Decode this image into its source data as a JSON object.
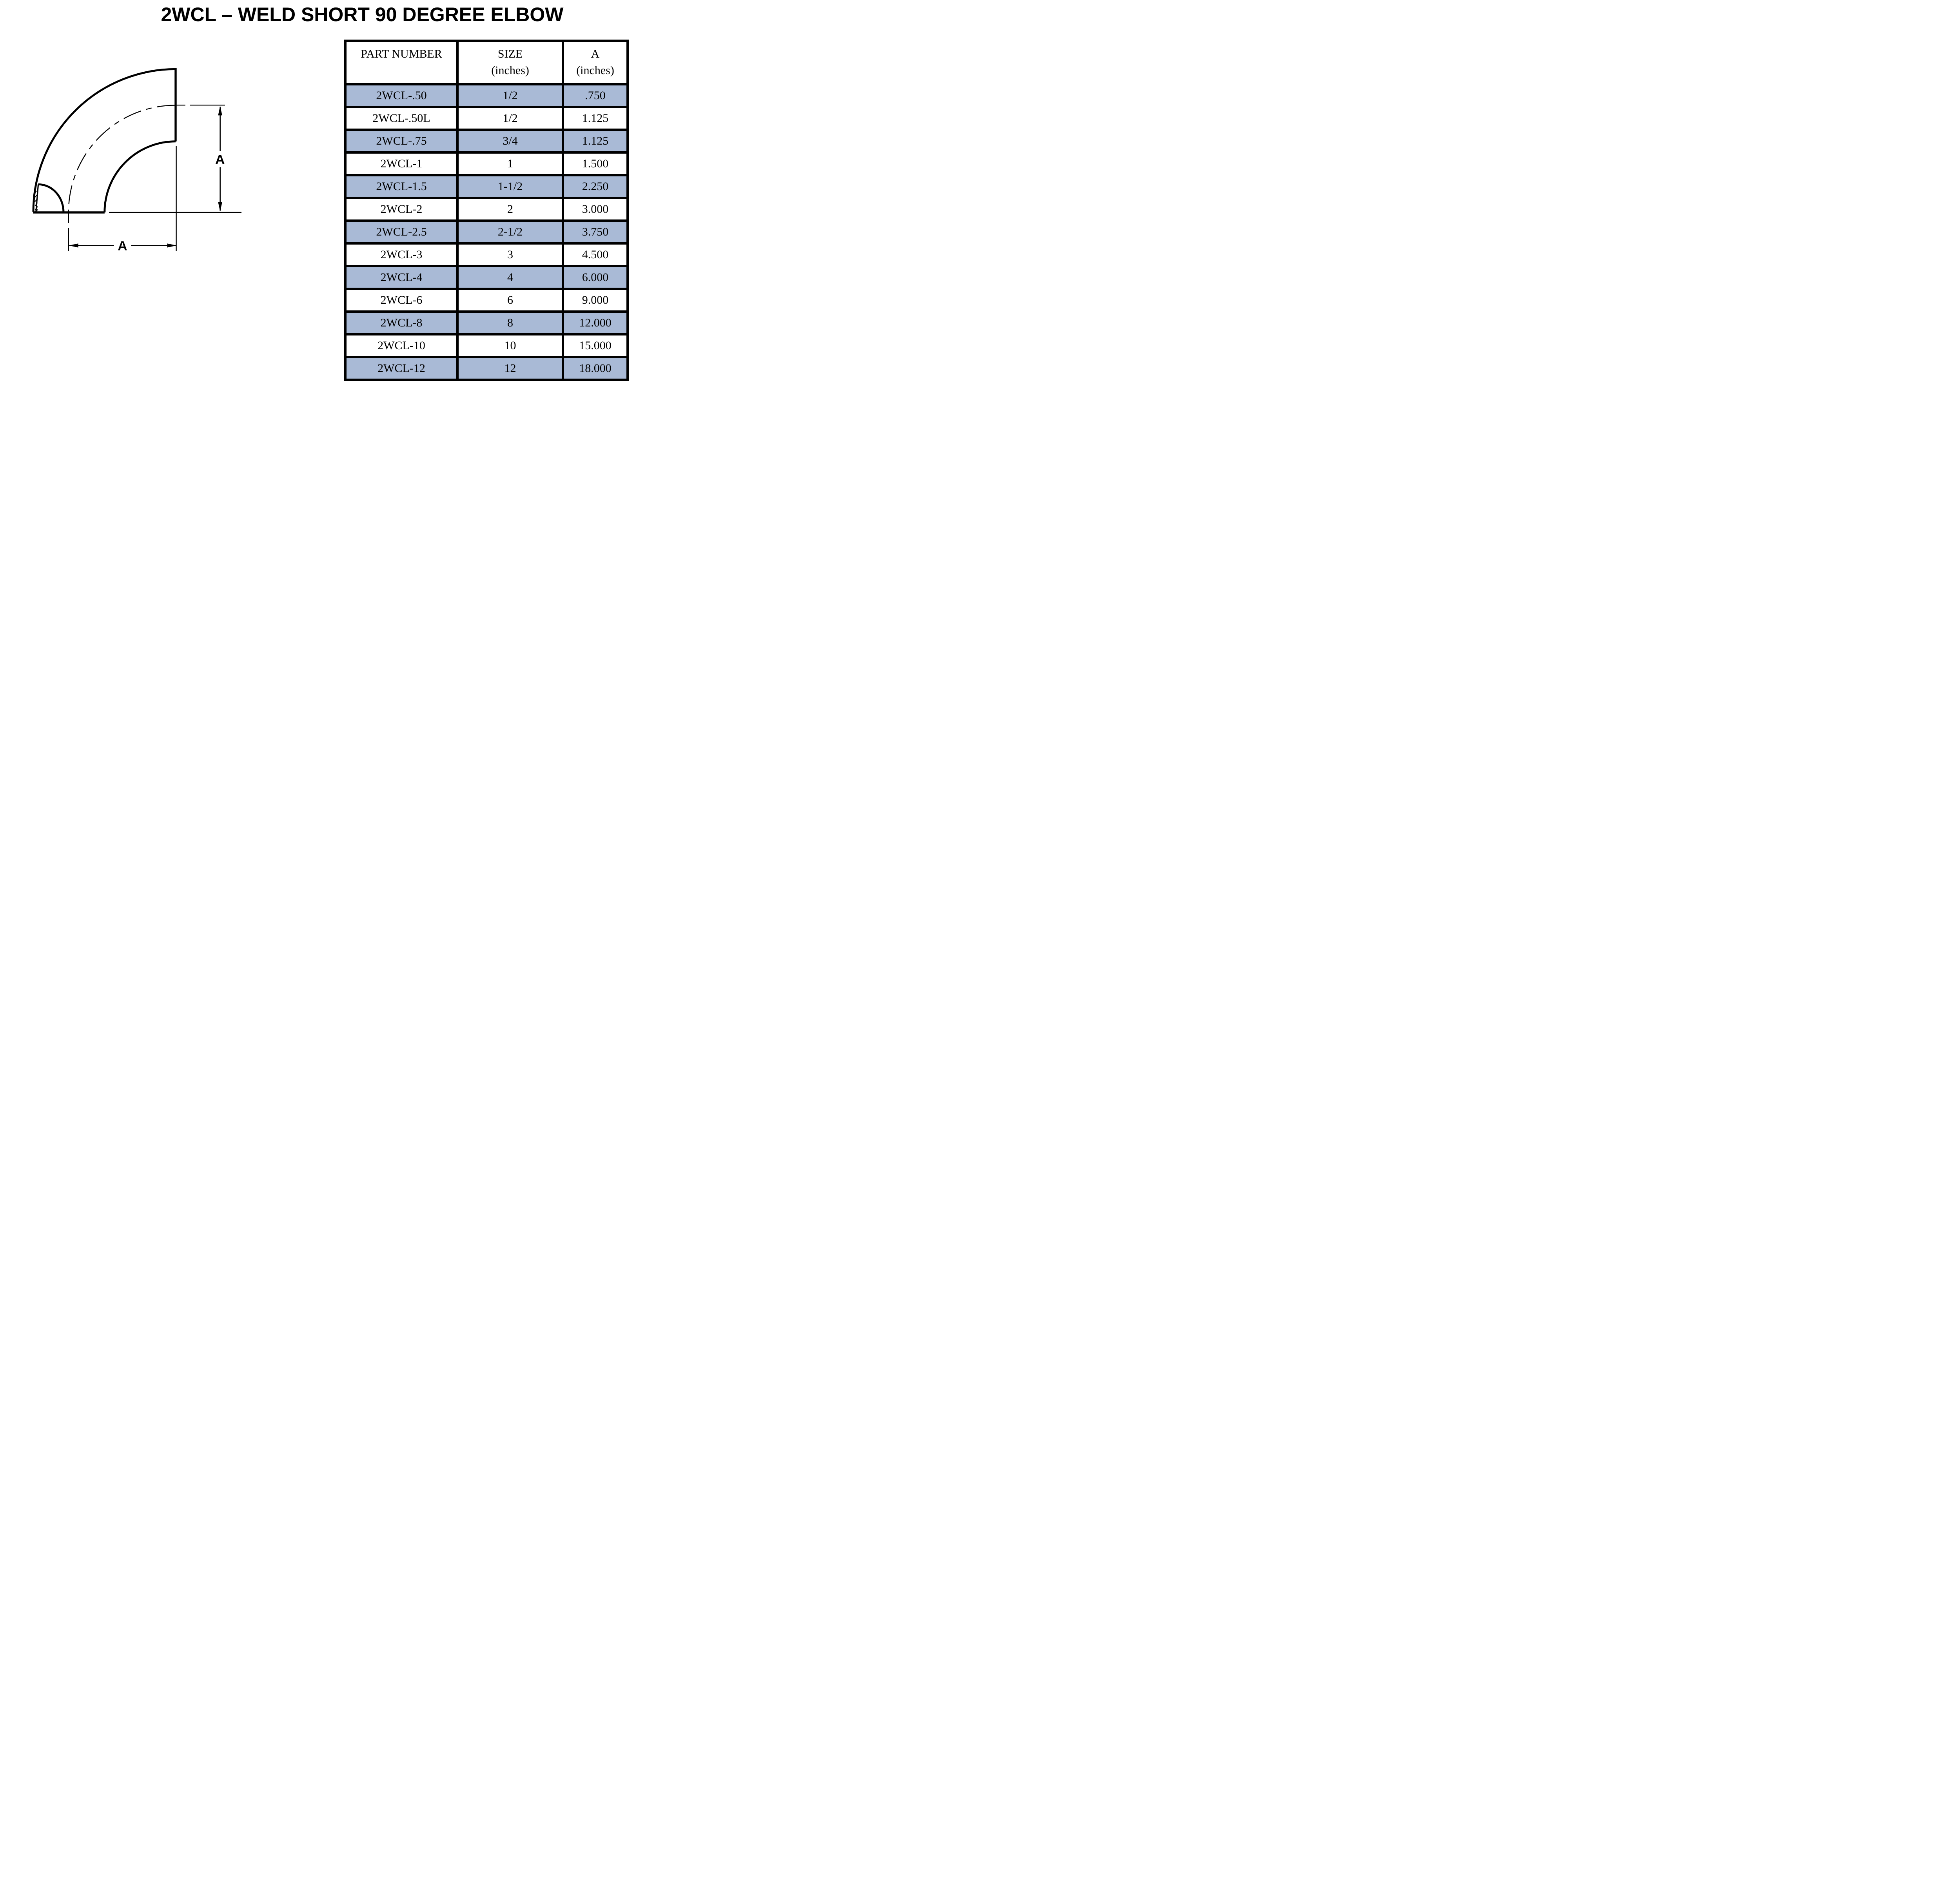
{
  "title": "2WCL – WELD SHORT 90 DEGREE ELBOW",
  "diagram": {
    "dim_label_vertical": "A",
    "dim_label_horizontal": "A"
  },
  "table": {
    "headers": [
      {
        "line1": "PART NUMBER",
        "line2": ""
      },
      {
        "line1": "SIZE",
        "line2": "(inches)"
      },
      {
        "line1": "A",
        "line2": "(inches)"
      }
    ],
    "rows": [
      {
        "part": "2WCL-.50",
        "size": "1/2",
        "a": ".750"
      },
      {
        "part": "2WCL-.50L",
        "size": "1/2",
        "a": "1.125"
      },
      {
        "part": "2WCL-.75",
        "size": "3/4",
        "a": "1.125"
      },
      {
        "part": "2WCL-1",
        "size": "1",
        "a": "1.500"
      },
      {
        "part": "2WCL-1.5",
        "size": "1-1/2",
        "a": "2.250"
      },
      {
        "part": "2WCL-2",
        "size": "2",
        "a": "3.000"
      },
      {
        "part": "2WCL-2.5",
        "size": "2-1/2",
        "a": "3.750"
      },
      {
        "part": "2WCL-3",
        "size": "3",
        "a": "4.500"
      },
      {
        "part": "2WCL-4",
        "size": "4",
        "a": "6.000"
      },
      {
        "part": "2WCL-6",
        "size": "6",
        "a": "9.000"
      },
      {
        "part": "2WCL-8",
        "size": "8",
        "a": "12.000"
      },
      {
        "part": "2WCL-10",
        "size": "10",
        "a": "15.000"
      },
      {
        "part": "2WCL-12",
        "size": "12",
        "a": "18.000"
      }
    ]
  },
  "colors": {
    "row_shaded": "#a9bad6",
    "row_plain": "#ffffff",
    "line": "#000000"
  }
}
